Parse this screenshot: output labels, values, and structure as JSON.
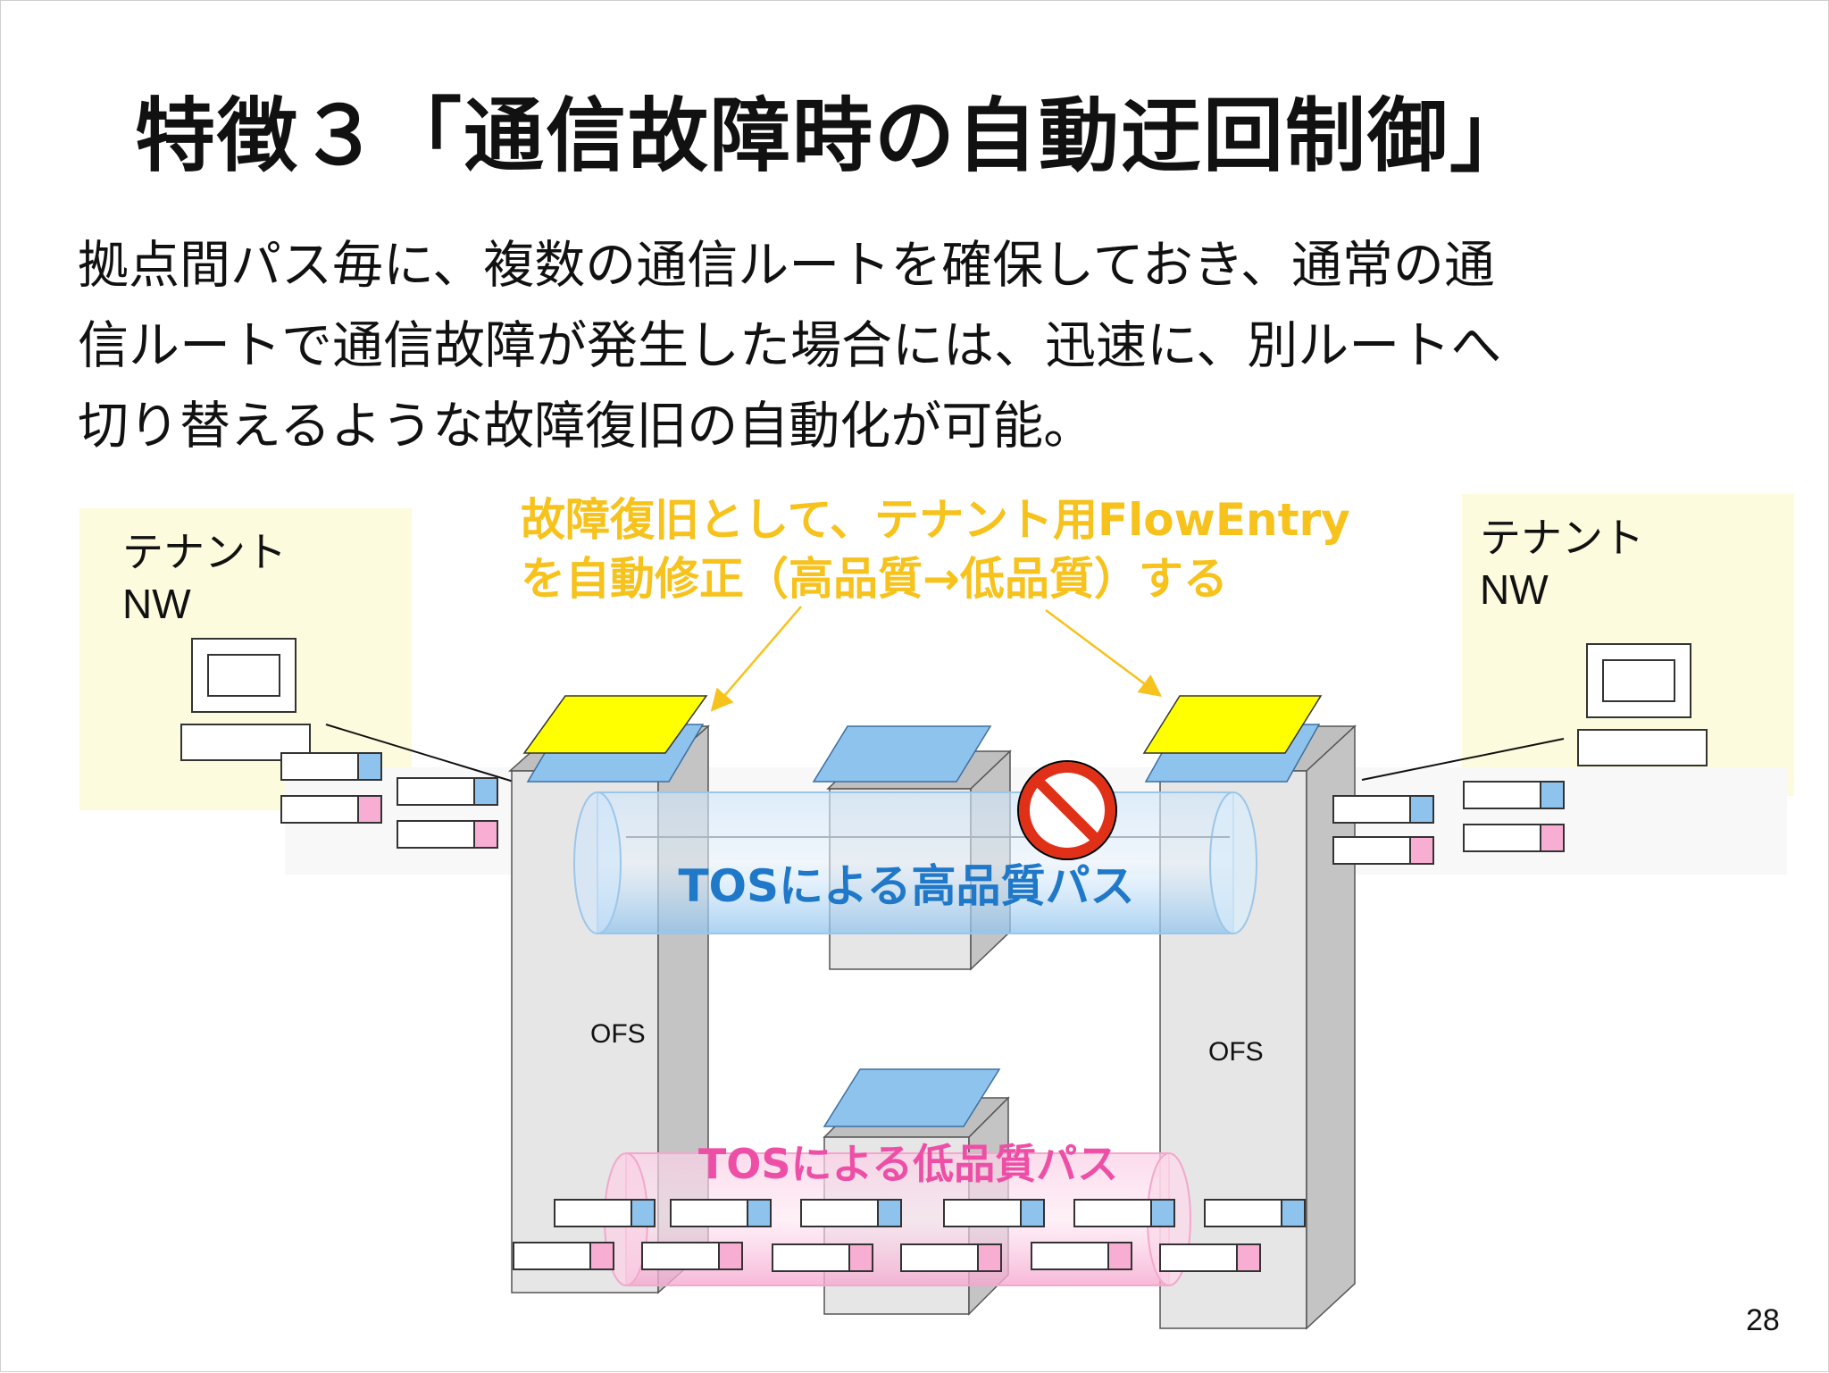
{
  "slide": {
    "title": "特徴３「通信故障時の自動迂回制御」",
    "body_lines": [
      "拠点間パス毎に、複数の通信ルートを確保しておき、通常の通",
      "信ルートで通信故障が発生した場合には、迅速に、別ルートへ",
      "切り替えるような故障復旧の自動化が可能。"
    ],
    "page_number": "28"
  },
  "diagram": {
    "tenant_left": {
      "line1": "テナント",
      "line2": "NW"
    },
    "tenant_right": {
      "line1": "テナント",
      "line2": "NW"
    },
    "callout": {
      "line1": "故障復旧として、テナント用FlowEntry",
      "line2": "を自動修正（高品質→低品質）する"
    },
    "high_quality_path": "TOSによる高品質パス",
    "low_quality_path": "TOSによる低品質パス",
    "switch_left_label": "OFS",
    "switch_right_label": "OFS",
    "colors": {
      "callout": "#f6c21b",
      "high_path_text": "#1f78c8",
      "low_path_text": "#ee4fa6",
      "flow_yellow": "#ffff00",
      "flow_blue": "#8ec3ee",
      "entry_blue": "#8ec3ee",
      "entry_pink": "#f7aed2",
      "no_sign": "#e03018"
    }
  }
}
